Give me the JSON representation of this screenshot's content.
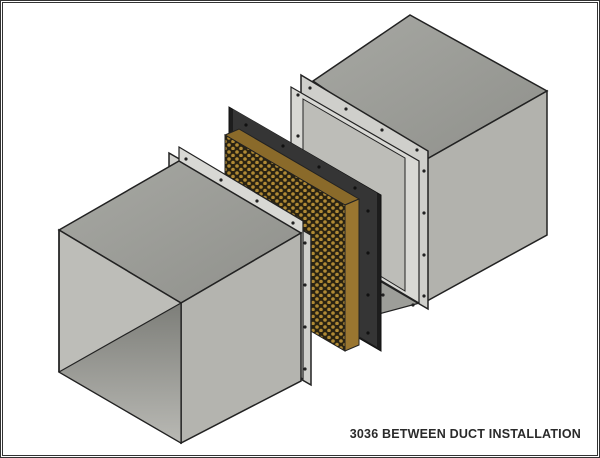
{
  "figure": {
    "caption": "3036 BETWEEN DUCT INSTALLATION",
    "components": [
      {
        "id": "upstream-duct",
        "label": "Upstream duct section with flange"
      },
      {
        "id": "gasket-frame",
        "label": "Black gasket frame"
      },
      {
        "id": "filter-media",
        "label": "Honeycomb filter media in brown frame"
      },
      {
        "id": "downstream-duct",
        "label": "Downstream duct section with flange"
      }
    ],
    "colors": {
      "duct_top": "#9c9d98",
      "duct_side": "#b4b4af",
      "duct_inner": "#8e8f8a",
      "flange": "#cfcfcb",
      "gasket": "#2f2f2f",
      "filter_frame": "#8a6a2a",
      "honeycomb": "#b08a35",
      "outline": "#222222"
    }
  }
}
